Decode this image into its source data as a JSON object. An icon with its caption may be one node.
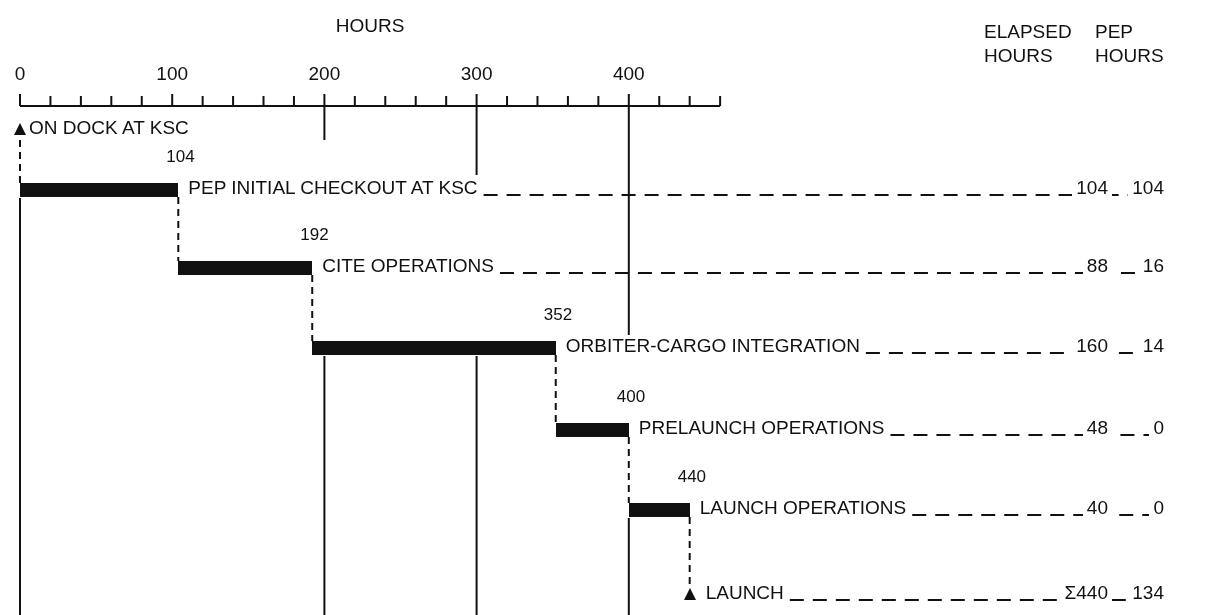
{
  "diagram": {
    "nodes": [
      {
        "text": [
          "ON DOCK AT KSC"
        ]
      },
      {
        "text": [],
        "shape": "bar",
        "beside": [
          "104",
          "PEP INITIAL CHECKOUT AT KSC"
        ]
      },
      {
        "text": [],
        "shape": "bar",
        "beside": [
          "192",
          "CITE OPERATIONS"
        ]
      },
      {
        "text": [],
        "shape": "bar",
        "beside": [
          "352",
          "ORBITER-CARGO INTEGRATION"
        ]
      },
      {
        "text": [],
        "shape": "bar",
        "beside": [
          "400",
          "PRELAUNCH OPERATIONS"
        ]
      },
      {
        "text": [],
        "shape": "bar",
        "beside": [
          "440",
          "LAUNCH OPERATIONS"
        ]
      },
      {
        "text": [
          "LAUNCH"
        ]
      }
    ],
    "edges": [
      {
        "from": 0,
        "to": 1,
        "arrow": "none",
        "style": "dashed"
      },
      {
        "from": 1,
        "to": 2,
        "arrow": "none",
        "style": "dashed"
      },
      {
        "from": 2,
        "to": 3,
        "arrow": "none",
        "style": "dashed"
      },
      {
        "from": 3,
        "to": 4,
        "arrow": "none",
        "style": "dashed"
      },
      {
        "from": 4,
        "to": 5,
        "arrow": "none",
        "style": "dashed"
      },
      {
        "from": 5,
        "to": 6,
        "arrow": "none",
        "style": "dashed"
      }
    ],
    "labels": [
      "HOURS",
      "0",
      "100",
      "200",
      "300",
      "400",
      "ELAPSED HOURS",
      "PEP HOURS",
      "104",
      "104",
      "88",
      "16",
      "160",
      "14",
      "48",
      "0",
      "40",
      "0",
      "Σ440",
      "134"
    ]
  }
}
